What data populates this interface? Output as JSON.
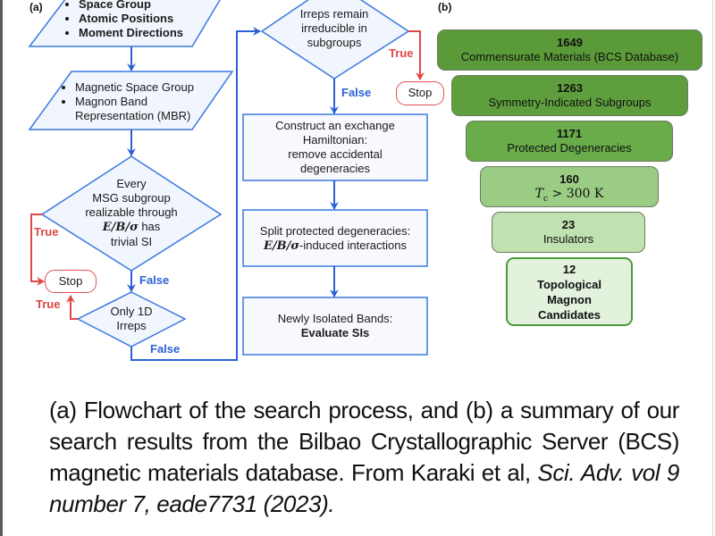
{
  "panel_a": {
    "label": "(a)",
    "input1_items": [
      "Space Group",
      "Atomic Positions",
      "Moment Directions"
    ],
    "input2_items": [
      "Magnetic Space Group",
      "Magnon Band Representation (MBR)"
    ],
    "decision1": {
      "line1": "Every",
      "line2": "MSG subgroup",
      "line3": "realizable through",
      "math": "E/B/σ",
      "line4_suffix": " has",
      "line5": "trivial SI"
    },
    "decision2": {
      "line1": "Only 1D",
      "line2": "Irreps"
    },
    "decision3": {
      "line1": "Irreps remain",
      "line2": "irreducible in",
      "line3": "subgroups"
    },
    "process1": {
      "line1": "Construct an exchange",
      "line2": "Hamiltonian:",
      "line3": "remove accidental",
      "line4": "degeneracies"
    },
    "process2": {
      "line1": "Split protected degeneracies:",
      "math": "E/B/σ",
      "line2_suffix": "-induced interactions"
    },
    "process3": {
      "line1": "Newly Isolated Bands:",
      "line2": "Evaluate SIs"
    },
    "stop_label": "Stop",
    "true_label": "True",
    "false_label": "False",
    "colors": {
      "flow_blue": "#2a62d6",
      "true_red": "#e04646",
      "shape_fill": "#f1f5fd"
    }
  },
  "panel_b": {
    "label": "(b)",
    "funnel": [
      {
        "count": "1649",
        "label": "Commensurate Materials (BCS Database)",
        "color": "#5b9a38"
      },
      {
        "count": "1263",
        "label": "Symmetry-Indicated Subgroups",
        "color": "#5f9e3c"
      },
      {
        "count": "1171",
        "label": "Protected Degeneracies",
        "color": "#6aab4a"
      },
      {
        "count": "160",
        "label": "Tc > 300 K",
        "color": "#9acc84"
      },
      {
        "count": "23",
        "label": "Insulators",
        "color": "#c0e1b0"
      },
      {
        "count": "12",
        "label": "Topological Magnon Candidates",
        "color": "#e3f2dc"
      }
    ]
  },
  "caption": {
    "text": "(a) Flowchart of the search process, and (b) a summary of our search results from the Bilbao Crystallographic Server (BCS) magnetic materials database. From Karaki et al, ",
    "citation": "Sci. Adv. vol 9 number 7, eade7731 (2023)."
  }
}
